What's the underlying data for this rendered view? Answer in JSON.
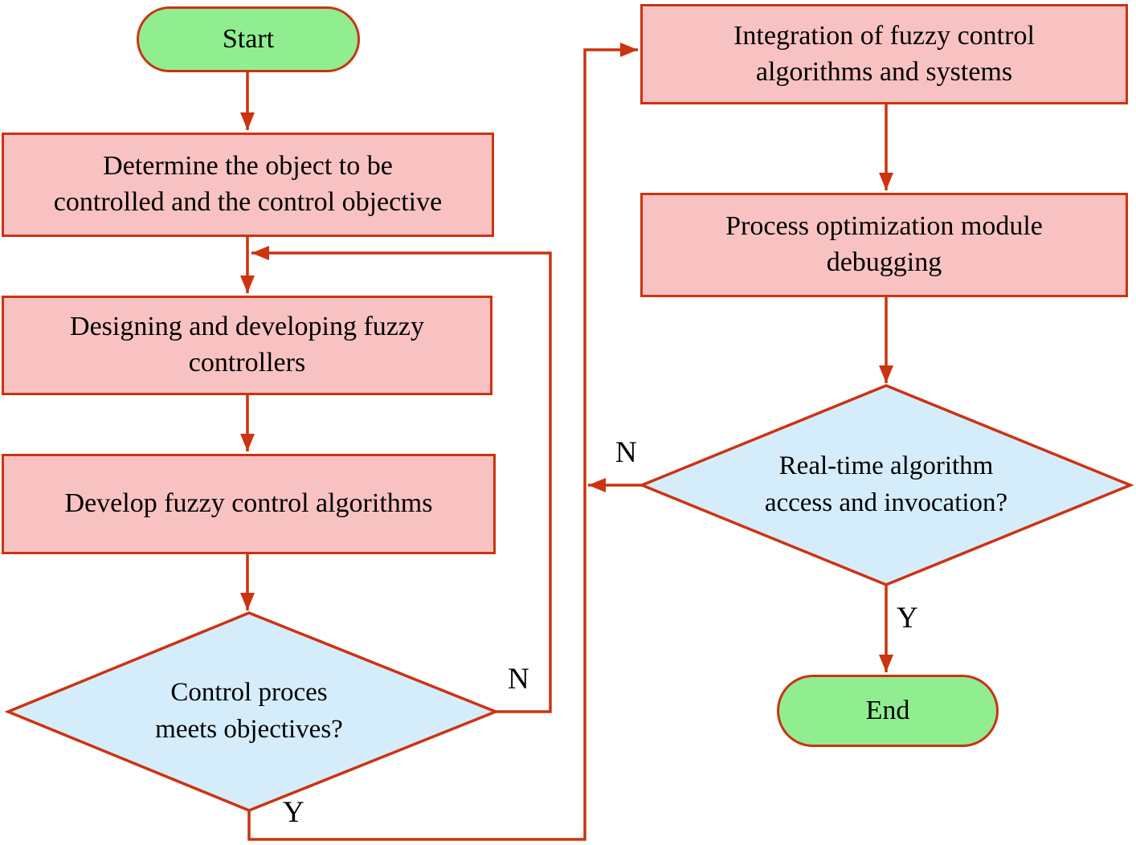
{
  "colors": {
    "accent": "#cc3311",
    "process": "#f9c2c2",
    "decision": "#d5ecfa",
    "terminal": "#90ee90",
    "background": "#ffffff"
  },
  "diagram": {
    "type": "flowchart",
    "nodes": {
      "start": {
        "shape": "stadium",
        "label": "Start"
      },
      "determine": {
        "shape": "process",
        "lines": [
          "Determine the object to be",
          "controlled and the control objective"
        ]
      },
      "design": {
        "shape": "process",
        "lines": [
          "Designing and developing fuzzy",
          "controllers"
        ]
      },
      "develop": {
        "shape": "process",
        "lines": [
          "Develop fuzzy control algorithms"
        ]
      },
      "control_check": {
        "shape": "decision",
        "lines": [
          "Control proces",
          "meets objectives?"
        ]
      },
      "integration": {
        "shape": "process",
        "lines": [
          "Integration of fuzzy control",
          "algorithms and systems"
        ]
      },
      "process_opt": {
        "shape": "process",
        "lines": [
          "Process optimization module",
          "debugging"
        ]
      },
      "realtime_check": {
        "shape": "decision",
        "lines": [
          "Real-time algorithm",
          "access and invocation?"
        ]
      },
      "end": {
        "shape": "stadium",
        "label": "End"
      }
    },
    "edges": [
      {
        "from": "start",
        "to": "determine"
      },
      {
        "from": "determine",
        "to": "design"
      },
      {
        "from": "design",
        "to": "develop"
      },
      {
        "from": "develop",
        "to": "control_check"
      },
      {
        "from": "control_check",
        "to": "design",
        "label": "N"
      },
      {
        "from": "control_check",
        "to": "integration",
        "label": "Y"
      },
      {
        "from": "integration",
        "to": "process_opt"
      },
      {
        "from": "process_opt",
        "to": "realtime_check"
      },
      {
        "from": "realtime_check",
        "to": "integration",
        "label": "N"
      },
      {
        "from": "realtime_check",
        "to": "end",
        "label": "Y"
      }
    ]
  }
}
